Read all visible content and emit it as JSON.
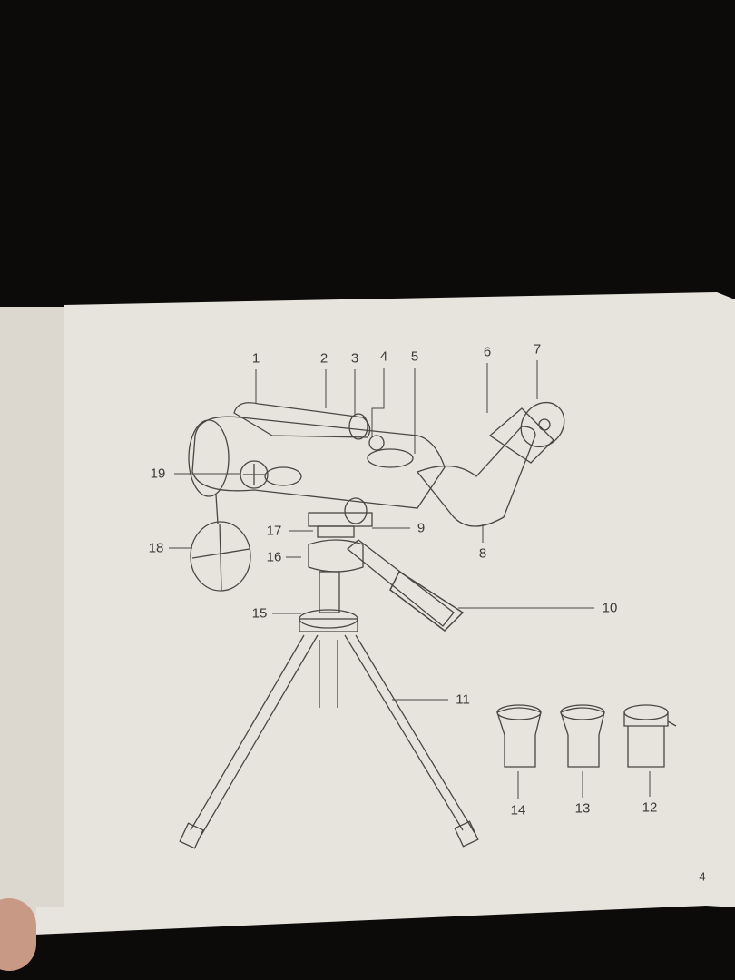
{
  "diagram": {
    "labels": [
      "1",
      "2",
      "3",
      "4",
      "5",
      "6",
      "7",
      "8",
      "9",
      "10",
      "11",
      "12",
      "13",
      "14",
      "15",
      "16",
      "17",
      "18",
      "19"
    ],
    "page_number": "4"
  },
  "colors": {
    "paper": "#e7e4dd",
    "ink": "#4a4642",
    "background": "#0d0b0a"
  }
}
